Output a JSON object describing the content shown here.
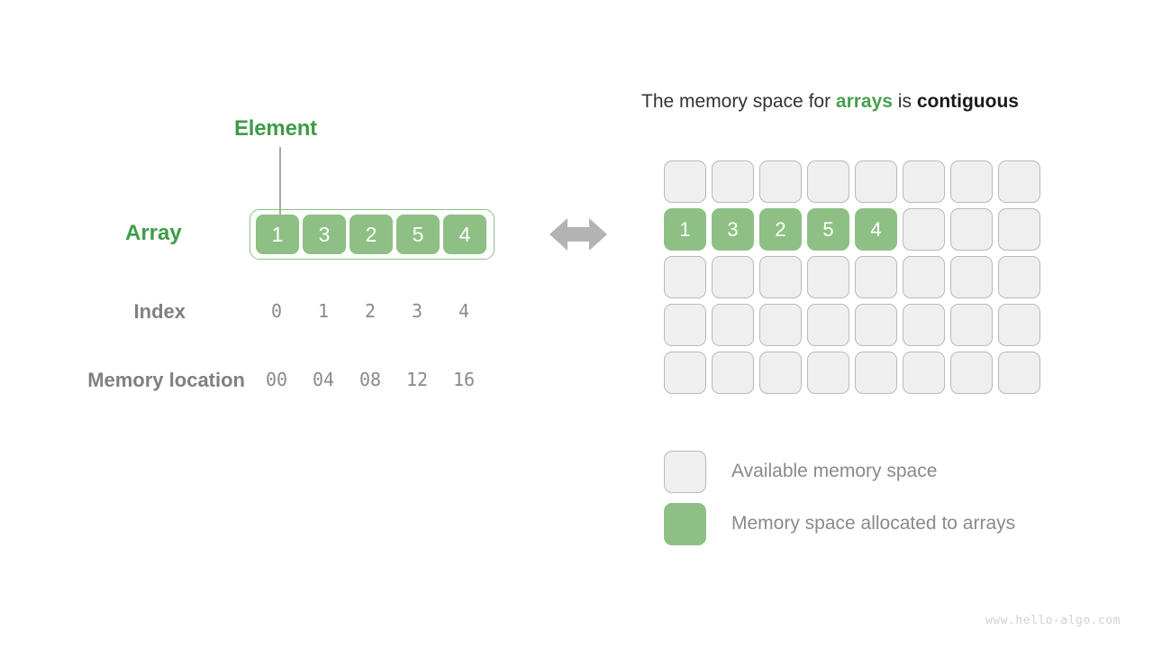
{
  "diagram": {
    "left_panel": {
      "element_label": "Element",
      "array_label": "Array",
      "index_label": "Index",
      "memory_label": "Memory location",
      "array_values": [
        "1",
        "3",
        "2",
        "5",
        "4"
      ],
      "index_values": [
        "0",
        "1",
        "2",
        "3",
        "4"
      ],
      "memory_values": [
        "00",
        "04",
        "08",
        "12",
        "16"
      ]
    },
    "arrow": {
      "name": "double-headed-arrow",
      "color": "#b3b3b3"
    },
    "right_panel": {
      "caption": {
        "part1": "The memory space for ",
        "highlight_green": "arrays",
        "part2": " is ",
        "highlight_dark": "contiguous"
      },
      "grid": {
        "columns": 8,
        "rows": 5,
        "filled_row_index": 1,
        "filled_values": [
          "1",
          "3",
          "2",
          "5",
          "4"
        ]
      },
      "legend": [
        {
          "swatch": "available",
          "label": "Available memory space"
        },
        {
          "swatch": "allocated",
          "label": "Memory space allocated to arrays"
        }
      ]
    },
    "watermark": "www.hello-algo.com",
    "colors": {
      "green_fill": "#8ec085",
      "green_text": "#3f9c47",
      "gray_text": "#808080",
      "cell_empty": "#efefef",
      "cell_border": "#b9b9b9"
    }
  }
}
